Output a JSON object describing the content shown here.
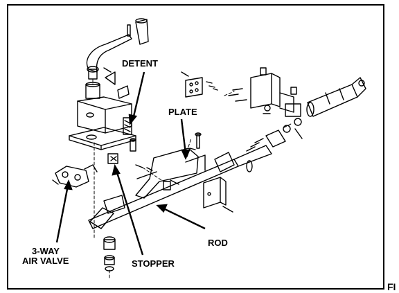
{
  "labels": {
    "detent": "DETENT",
    "plate": "PLATE",
    "rod": "ROD",
    "stopper": "STOPPER",
    "air_valve_line1": "3-WAY",
    "air_valve_line2": "AIR VALVE"
  },
  "figure_tag": "FI"
}
